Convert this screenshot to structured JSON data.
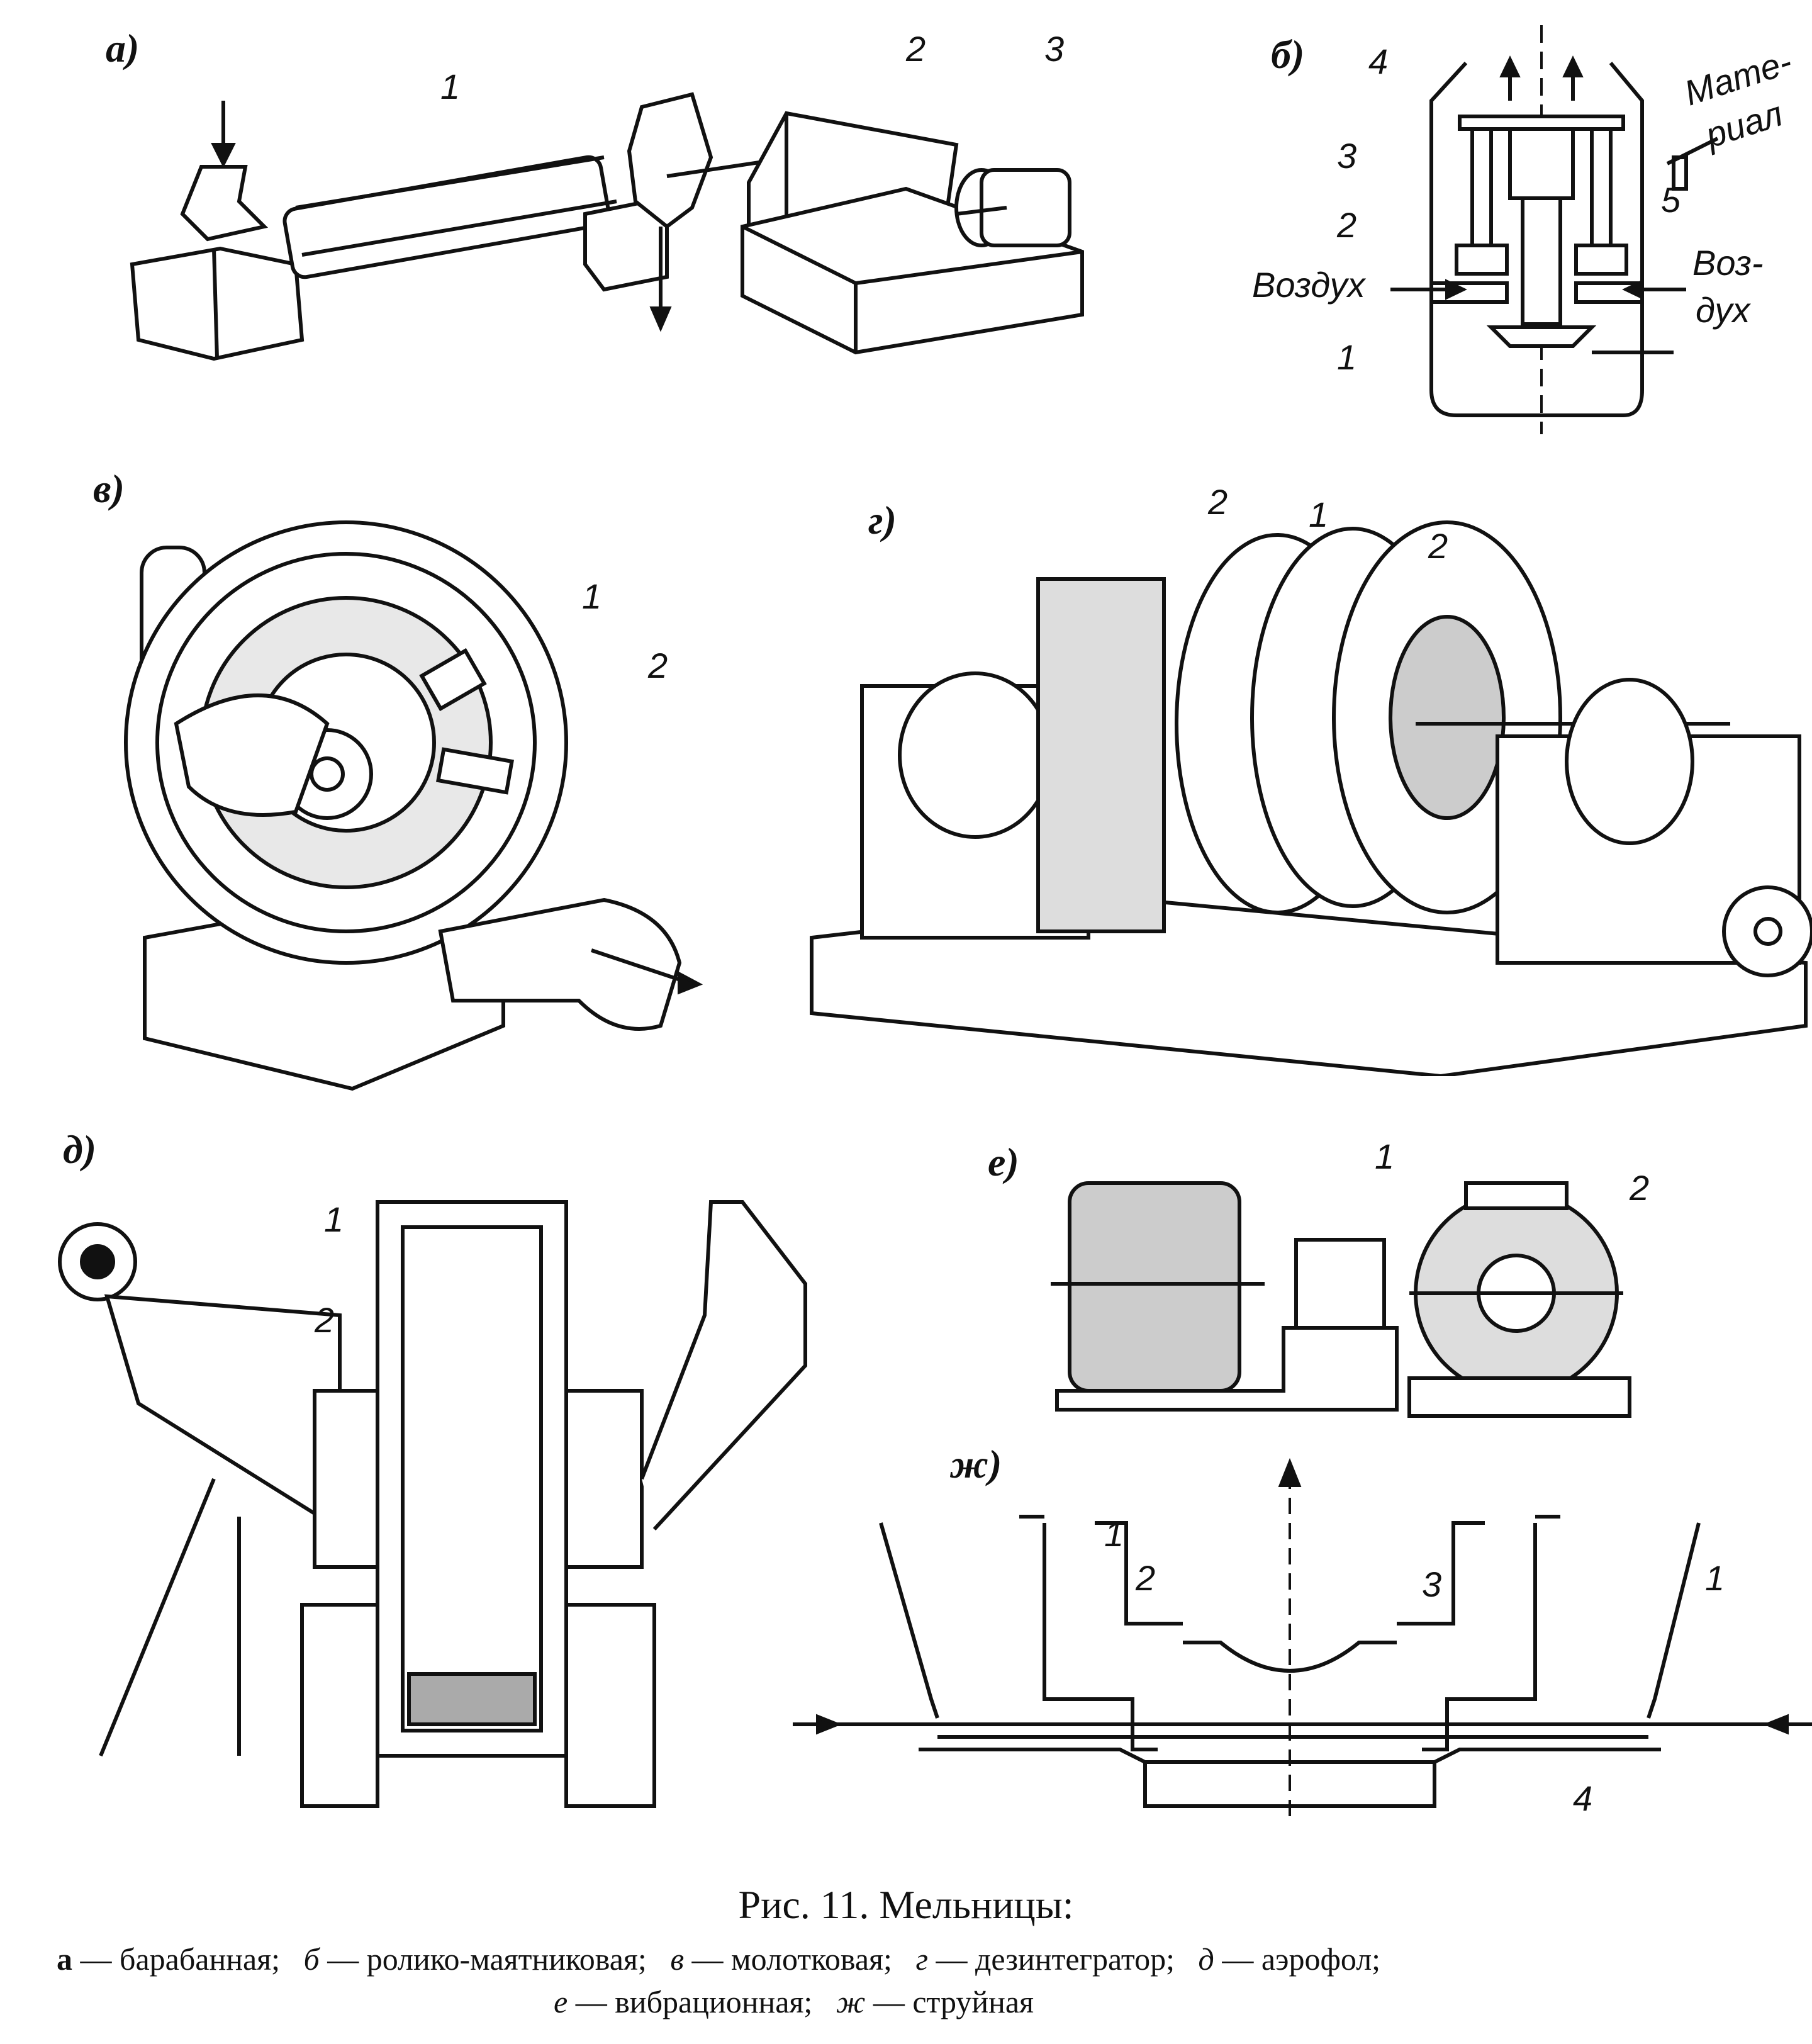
{
  "figure": {
    "caption": "Рис. 11. Мельницы:",
    "legend": [
      {
        "key": "а",
        "text": "барабанная;"
      },
      {
        "key": "б",
        "text": "ролико-маятниковая;"
      },
      {
        "key": "в",
        "text": "молотковая;"
      },
      {
        "key": "г",
        "text": "дезинтегратор;"
      },
      {
        "key": "д",
        "text": "аэрофол;"
      },
      {
        "key": "е",
        "text": "вибрационная;"
      },
      {
        "key": "ж",
        "text": "струйная"
      }
    ],
    "dash": "—"
  },
  "panels": {
    "a": {
      "label": "а)",
      "callouts": [
        "1",
        "2",
        "3"
      ]
    },
    "b": {
      "label": "б)",
      "callouts": [
        "4",
        "3",
        "2",
        "1",
        "5"
      ],
      "text": {
        "material_1": "Мате-",
        "material_2": "риал",
        "air_left": "Воздух",
        "air_right_1": "Воз-",
        "air_right_2": "дух"
      }
    },
    "v": {
      "label": "в)",
      "callouts": [
        "1",
        "2"
      ]
    },
    "g": {
      "label": "г)",
      "callouts": [
        "2",
        "1",
        "2"
      ]
    },
    "d": {
      "label": "д)",
      "callouts": [
        "1",
        "2"
      ]
    },
    "e": {
      "label": "е)",
      "callouts": [
        "1",
        "2"
      ]
    },
    "zh": {
      "label": "ж)",
      "callouts": [
        "1",
        "2",
        "3",
        "1",
        "4"
      ]
    }
  }
}
